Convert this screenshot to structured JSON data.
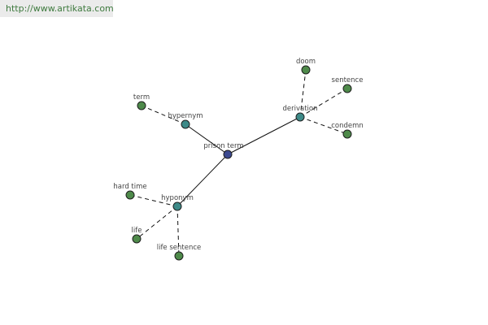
{
  "watermark": "http://www.artikata.com",
  "colors": {
    "root": "#3c4a90",
    "relation": "#3d8a88",
    "leaf": "#4e8a4a"
  },
  "graph": {
    "root": "prison term",
    "relations": [
      {
        "label": "hypernym",
        "terms": [
          "term"
        ]
      },
      {
        "label": "derivation",
        "terms": [
          "doom",
          "sentence",
          "condemn"
        ]
      },
      {
        "label": "hyponym",
        "terms": [
          "hard time",
          "life",
          "life sentence"
        ]
      }
    ]
  }
}
